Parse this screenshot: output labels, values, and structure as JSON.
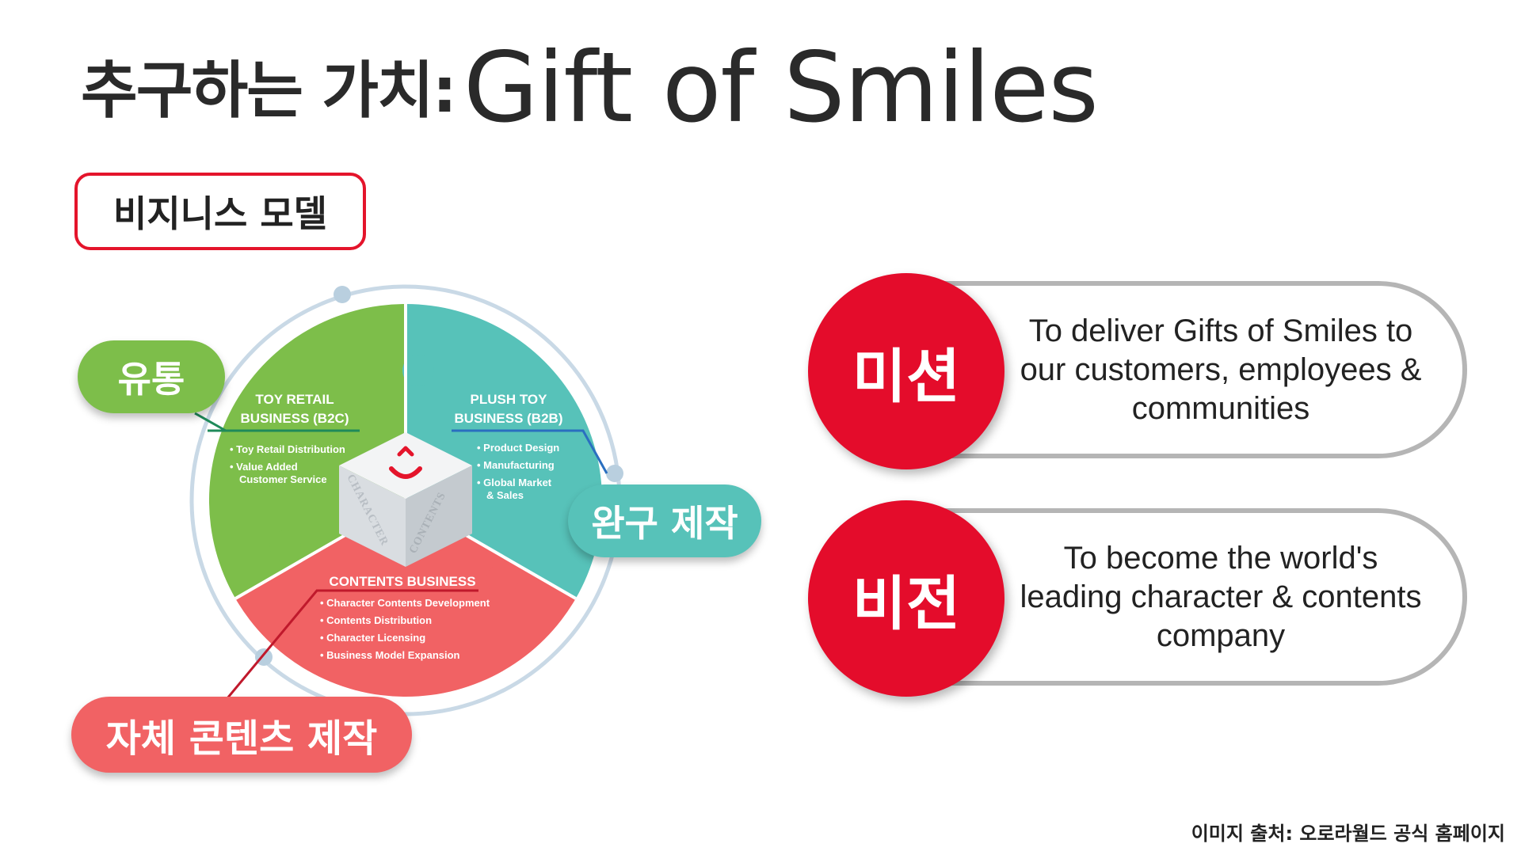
{
  "header": {
    "title_ko": "추구하는 가치:",
    "title_en": "Gift of Smiles"
  },
  "business_model": {
    "label": "비지니스 모델",
    "tags": {
      "distribution": "유통",
      "toy_production": "완구 제작",
      "content_production": "자체 콘텐츠 제작"
    },
    "segments": {
      "toy_retail": {
        "title_line1": "TOY RETAIL",
        "title_line2": "BUSINESS (B2C)",
        "items": [
          "• Toy Retail Distribution",
          "• Value Added",
          "Customer Service"
        ]
      },
      "plush_toy": {
        "title_line1": "PLUSH TOY",
        "title_line2": "BUSINESS (B2B)",
        "items": [
          "• Product Design",
          "• Manufacturing",
          "• Global Market",
          "& Sales"
        ]
      },
      "contents": {
        "title": "CONTENTS BUSINESS",
        "items": [
          "• Character Contents Development",
          "• Contents Distribution",
          "• Character Licensing",
          "• Business Model Expansion"
        ]
      }
    },
    "cube": {
      "face_left": "CHARACTER",
      "face_right": "CONTENTS"
    },
    "colors": {
      "green": "#7dbe4a",
      "teal": "#57c2b9",
      "coral": "#f16264",
      "accent_red": "#e40c2b"
    }
  },
  "mission": {
    "label": "미션",
    "text": "To deliver Gifts of Smiles to our customers, employees & communities"
  },
  "vision": {
    "label": "비전",
    "text": "To become the world's leading character & contents company"
  },
  "footer": {
    "source": "이미지 출처: 오로라월드 공식 홈페이지"
  }
}
